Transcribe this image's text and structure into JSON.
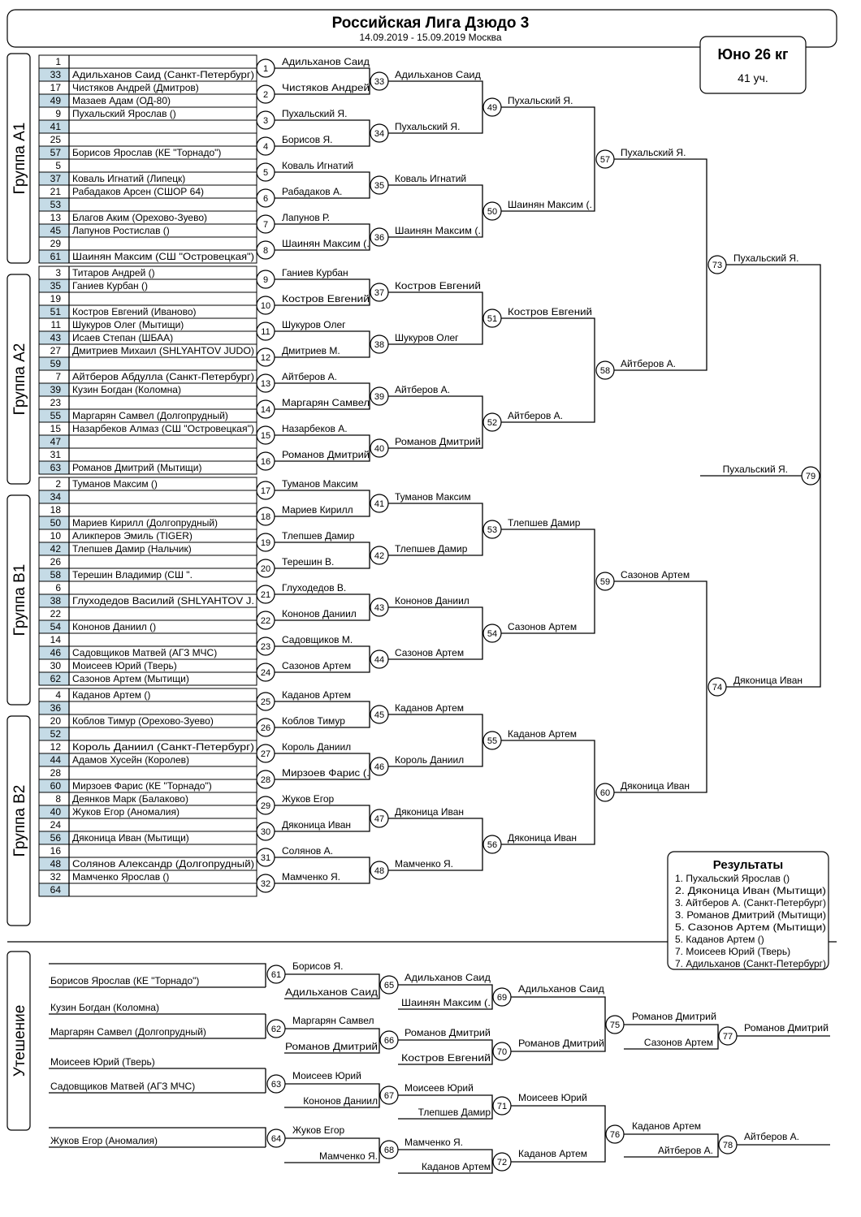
{
  "title": "Российская Лига Дзюдо 3",
  "date_location": "14.09.2019 - 15.09.2019 Москва",
  "category": "Юно 26 кг",
  "participants": "41 уч.",
  "groups": [
    {
      "label": "Группа А1",
      "seeds": [
        {
          "num": "1",
          "name": ""
        },
        {
          "num": "33",
          "name": "Адильханов Саид (Санкт-Петербург)"
        },
        {
          "num": "17",
          "name": "Чистяков Андрей (Дмитров)"
        },
        {
          "num": "49",
          "name": "Мазаев Адам (ОД-80)"
        },
        {
          "num": "9",
          "name": "Пухальский Ярослав ()"
        },
        {
          "num": "41",
          "name": ""
        },
        {
          "num": "25",
          "name": ""
        },
        {
          "num": "57",
          "name": "Борисов Ярослав (КЕ \"Торнадо\")"
        },
        {
          "num": "5",
          "name": ""
        },
        {
          "num": "37",
          "name": "Коваль Игнатий (Липецк)"
        },
        {
          "num": "21",
          "name": "Рабадаков Арсен (СШОР 64)"
        },
        {
          "num": "53",
          "name": ""
        },
        {
          "num": "13",
          "name": "Благов Аким (Орехово-Зуево)"
        },
        {
          "num": "45",
          "name": "Лапунов Ростислав ()"
        },
        {
          "num": "29",
          "name": ""
        },
        {
          "num": "61",
          "name": "Шаинян Максим (СШ \"Островецкая\")"
        }
      ]
    },
    {
      "label": "Группа А2",
      "seeds": [
        {
          "num": "3",
          "name": "Титаров Андрей ()"
        },
        {
          "num": "35",
          "name": "Ганиев Курбан ()"
        },
        {
          "num": "19",
          "name": ""
        },
        {
          "num": "51",
          "name": "Костров Евгений (Иваново)"
        },
        {
          "num": "11",
          "name": "Шукуров Олег (Мытищи)"
        },
        {
          "num": "43",
          "name": "Исаев Степан (ШБАА)"
        },
        {
          "num": "27",
          "name": "Дмитриев Михаил (SHLYAHTOV JUDO)"
        },
        {
          "num": "59",
          "name": ""
        },
        {
          "num": "7",
          "name": "Айтберов Абдулла (Санкт-Петербург)"
        },
        {
          "num": "39",
          "name": "Кузин Богдан (Коломна)"
        },
        {
          "num": "23",
          "name": ""
        },
        {
          "num": "55",
          "name": "Маргарян Самвел (Долгопрудный)"
        },
        {
          "num": "15",
          "name": "Назарбеков Алмаз (СШ \"Островецкая\")"
        },
        {
          "num": "47",
          "name": ""
        },
        {
          "num": "31",
          "name": ""
        },
        {
          "num": "63",
          "name": "Романов Дмитрий (Мытищи)"
        }
      ]
    },
    {
      "label": "Группа В1",
      "seeds": [
        {
          "num": "2",
          "name": "Туманов Максим ()"
        },
        {
          "num": "34",
          "name": ""
        },
        {
          "num": "18",
          "name": ""
        },
        {
          "num": "50",
          "name": "Мариев Кирилл (Долгопрудный)"
        },
        {
          "num": "10",
          "name": "Аликперов Эмиль (TIGER)"
        },
        {
          "num": "42",
          "name": "Тлепшев Дамир (Нальчик)"
        },
        {
          "num": "26",
          "name": ""
        },
        {
          "num": "58",
          "name": "Терешин Владимир (СШ \"."
        },
        {
          "num": "6",
          "name": ""
        },
        {
          "num": "38",
          "name": "Глуходедов Василий (SHLYAHTOV J."
        },
        {
          "num": "22",
          "name": ""
        },
        {
          "num": "54",
          "name": "Кононов Даниил ()"
        },
        {
          "num": "14",
          "name": ""
        },
        {
          "num": "46",
          "name": "Садовщиков Матвей (АГЗ МЧС)"
        },
        {
          "num": "30",
          "name": "Моисеев Юрий (Тверь)"
        },
        {
          "num": "62",
          "name": "Сазонов Артем (Мытищи)"
        }
      ]
    },
    {
      "label": "Группа В2",
      "seeds": [
        {
          "num": "4",
          "name": "Каданов Артем ()"
        },
        {
          "num": "36",
          "name": ""
        },
        {
          "num": "20",
          "name": "Коблов Тимур (Орехово-Зуево)"
        },
        {
          "num": "52",
          "name": ""
        },
        {
          "num": "12",
          "name": "Король Даниил (Санкт-Петербург)"
        },
        {
          "num": "44",
          "name": "Адамов Хусейн (Королев)"
        },
        {
          "num": "28",
          "name": ""
        },
        {
          "num": "60",
          "name": "Мирзоев Фарис (КЕ \"Торнадо\")"
        },
        {
          "num": "8",
          "name": "Деянков Марк (Балаково)"
        },
        {
          "num": "40",
          "name": "Жуков Егор (Аномалия)"
        },
        {
          "num": "24",
          "name": ""
        },
        {
          "num": "56",
          "name": "Дяконица Иван (Мытищи)"
        },
        {
          "num": "16",
          "name": ""
        },
        {
          "num": "48",
          "name": "Солянов Александр (Долгопрудный)"
        },
        {
          "num": "32",
          "name": "Мамченко Ярослав ()"
        },
        {
          "num": "64",
          "name": ""
        }
      ]
    }
  ],
  "round1": [
    {
      "num": "1",
      "name": "Адильханов Саид"
    },
    {
      "num": "2",
      "name": "Чистяков Андрей"
    },
    {
      "num": "3",
      "name": "Пухальский Я."
    },
    {
      "num": "4",
      "name": "Борисов Я."
    },
    {
      "num": "5",
      "name": "Коваль Игнатий"
    },
    {
      "num": "6",
      "name": "Рабадаков А."
    },
    {
      "num": "7",
      "name": "Лапунов Р."
    },
    {
      "num": "8",
      "name": "Шаинян Максим (."
    },
    {
      "num": "9",
      "name": "Ганиев Курбан"
    },
    {
      "num": "10",
      "name": "Костров Евгений"
    },
    {
      "num": "11",
      "name": "Шукуров Олег"
    },
    {
      "num": "12",
      "name": "Дмитриев М."
    },
    {
      "num": "13",
      "name": "Айтберов А."
    },
    {
      "num": "14",
      "name": "Маргарян Самвел"
    },
    {
      "num": "15",
      "name": "Назарбеков А."
    },
    {
      "num": "16",
      "name": "Романов Дмитрий"
    },
    {
      "num": "17",
      "name": "Туманов Максим"
    },
    {
      "num": "18",
      "name": "Мариев Кирилл"
    },
    {
      "num": "19",
      "name": "Тлепшев Дамир"
    },
    {
      "num": "20",
      "name": "Терешин В."
    },
    {
      "num": "21",
      "name": "Глуходедов В."
    },
    {
      "num": "22",
      "name": "Кононов Даниил"
    },
    {
      "num": "23",
      "name": "Садовщиков М."
    },
    {
      "num": "24",
      "name": "Сазонов Артем"
    },
    {
      "num": "25",
      "name": "Каданов Артем"
    },
    {
      "num": "26",
      "name": "Коблов Тимур"
    },
    {
      "num": "27",
      "name": "Король Даниил"
    },
    {
      "num": "28",
      "name": "Мирзоев Фарис (."
    },
    {
      "num": "29",
      "name": "Жуков Егор"
    },
    {
      "num": "30",
      "name": "Дяконица Иван"
    },
    {
      "num": "31",
      "name": "Солянов А."
    },
    {
      "num": "32",
      "name": "Мамченко Я."
    }
  ],
  "round2": [
    {
      "num": "33",
      "name": "Адильханов Саид"
    },
    {
      "num": "34",
      "name": "Пухальский Я."
    },
    {
      "num": "35",
      "name": "Коваль Игнатий"
    },
    {
      "num": "36",
      "name": "Шаинян Максим (."
    },
    {
      "num": "37",
      "name": "Костров Евгений"
    },
    {
      "num": "38",
      "name": "Шукуров Олег"
    },
    {
      "num": "39",
      "name": "Айтберов А."
    },
    {
      "num": "40",
      "name": "Романов Дмитрий"
    },
    {
      "num": "41",
      "name": "Туманов Максим"
    },
    {
      "num": "42",
      "name": "Тлепшев Дамир"
    },
    {
      "num": "43",
      "name": "Кононов Даниил"
    },
    {
      "num": "44",
      "name": "Сазонов Артем"
    },
    {
      "num": "45",
      "name": "Каданов Артем"
    },
    {
      "num": "46",
      "name": "Король Даниил"
    },
    {
      "num": "47",
      "name": "Дяконица Иван"
    },
    {
      "num": "48",
      "name": "Мамченко Я."
    }
  ],
  "round3": [
    {
      "num": "49",
      "name": "Пухальский Я."
    },
    {
      "num": "50",
      "name": "Шаинян Максим (."
    },
    {
      "num": "51",
      "name": "Костров Евгений"
    },
    {
      "num": "52",
      "name": "Айтберов А."
    },
    {
      "num": "53",
      "name": "Тлепшев Дамир"
    },
    {
      "num": "54",
      "name": "Сазонов Артем"
    },
    {
      "num": "55",
      "name": "Каданов Артем"
    },
    {
      "num": "56",
      "name": "Дяконица Иван"
    }
  ],
  "round4": [
    {
      "num": "57",
      "name": "Пухальский Я."
    },
    {
      "num": "58",
      "name": "Айтберов А."
    },
    {
      "num": "59",
      "name": "Сазонов Артем"
    },
    {
      "num": "60",
      "name": "Дяконица Иван"
    }
  ],
  "round5": [
    {
      "num": "73",
      "name": "Пухальский Я."
    },
    {
      "num": "74",
      "name": "Дяконица Иван"
    }
  ],
  "final": {
    "num": "79",
    "name": "Пухальский Я."
  },
  "consolation": {
    "label": "Утешение",
    "entries": [
      {
        "name": "Борисов Ярослав (КЕ \"Торнадо\")"
      },
      {
        "name": "Кузин Богдан (Коломна)"
      },
      {
        "name": "Маргарян Самвел (Долгопрудный)"
      },
      {
        "name": "Моисеев Юрий (Тверь)"
      },
      {
        "name": "Садовщиков Матвей (АГЗ МЧС)"
      },
      {
        "name": "Жуков Егор (Аномалия)"
      }
    ],
    "r1": [
      {
        "num": "61",
        "name": "Борисов Я."
      },
      {
        "num": "62",
        "name": "Маргарян Самвел"
      },
      {
        "num": "63",
        "name": "Моисеев Юрий"
      },
      {
        "num": "64",
        "name": "Жуков Егор"
      }
    ],
    "r1_opp": [
      "Адильханов Саид",
      "Романов Дмитрий",
      "Кононов Даниил",
      "Мамченко Я."
    ],
    "r2": [
      {
        "num": "65",
        "name": "Адильханов Саид"
      },
      {
        "num": "66",
        "name": "Романов Дмитрий"
      },
      {
        "num": "67",
        "name": "Моисеев Юрий"
      },
      {
        "num": "68",
        "name": "Мамченко Я."
      }
    ],
    "r2_opp": [
      "Шаинян Максим (.",
      "Костров Евгений",
      "Тлепшев Дамир",
      "Каданов Артем"
    ],
    "r3": [
      {
        "num": "69",
        "name": "Адильханов Саид"
      },
      {
        "num": "70",
        "name": "Романов Дмитрий"
      },
      {
        "num": "71",
        "name": "Моисеев Юрий"
      },
      {
        "num": "72",
        "name": "Каданов Артем"
      }
    ],
    "r4": [
      {
        "num": "75",
        "name": "Романов Дмитрий"
      },
      {
        "num": "76",
        "name": "Каданов Артем"
      }
    ],
    "r4_opp": [
      "Сазонов Артем",
      "Айтберов А."
    ],
    "r5": [
      {
        "num": "77",
        "name": "Романов Дмитрий"
      },
      {
        "num": "78",
        "name": "Айтберов А."
      }
    ]
  },
  "results": {
    "title": "Результаты",
    "items": [
      "1. Пухальский Ярослав ()",
      "2. Дяконица Иван (Мытищи)",
      "3. Айтберов А. (Санкт-Петербург)",
      "3. Романов Дмитрий (Мытищи)",
      "5. Сазонов Артем (Мытищи)",
      "5. Каданов Артем ()",
      "7. Моисеев Юрий (Тверь)",
      "7. Адильханов (Санкт-Петербург)"
    ]
  },
  "colors": {
    "seed_shade": "#c5dbe6",
    "line": "#000000"
  }
}
